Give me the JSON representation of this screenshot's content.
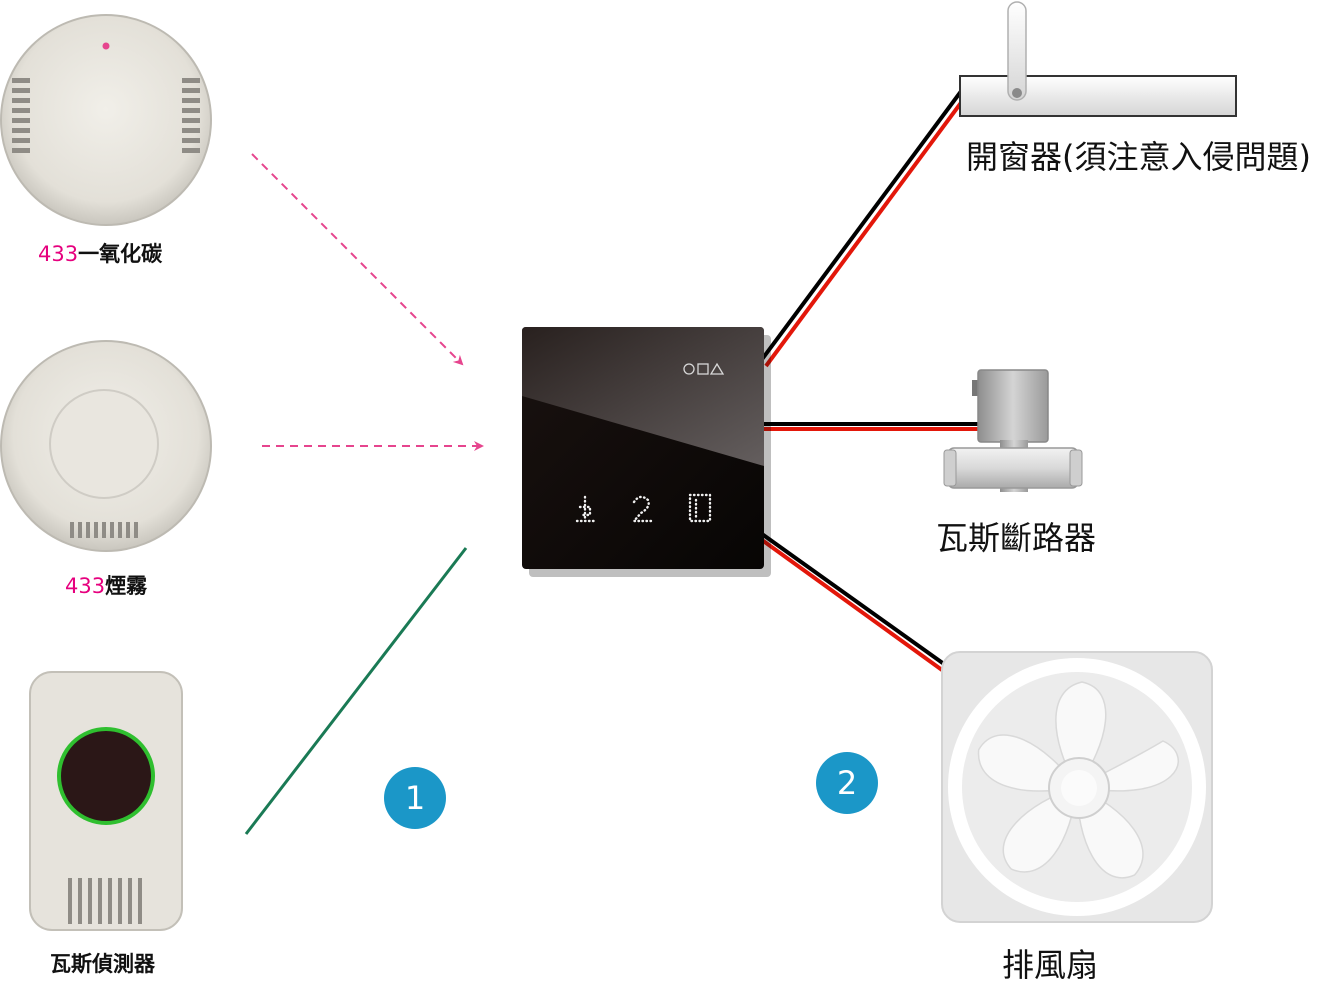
{
  "sensors": {
    "co": {
      "prefix": "433",
      "name": "一氧化碳"
    },
    "smoke": {
      "prefix": "433",
      "name": "煙霧"
    },
    "gas_detector": {
      "name": "瓦斯偵測器"
    }
  },
  "controller": {
    "icons": [
      "circle-icon",
      "square-icon",
      "triangle-icon"
    ],
    "keys": [
      "lamp-icon",
      "number-2-icon",
      "door-icon"
    ]
  },
  "devices": {
    "window_opener": {
      "label": "開窗器(須注意入侵問題)"
    },
    "gas_valve": {
      "label": "瓦斯斷路器"
    },
    "exhaust_fan": {
      "label": "排風扇"
    }
  },
  "badges": {
    "one": "1",
    "two": "2"
  },
  "colors": {
    "wireless_arrow": "#e6458e",
    "wired_line": "#1a7a55",
    "cable_red": "#e3170a",
    "cable_black": "#000000",
    "badge": "#1b97c8",
    "accent_text": "#e6007e"
  }
}
